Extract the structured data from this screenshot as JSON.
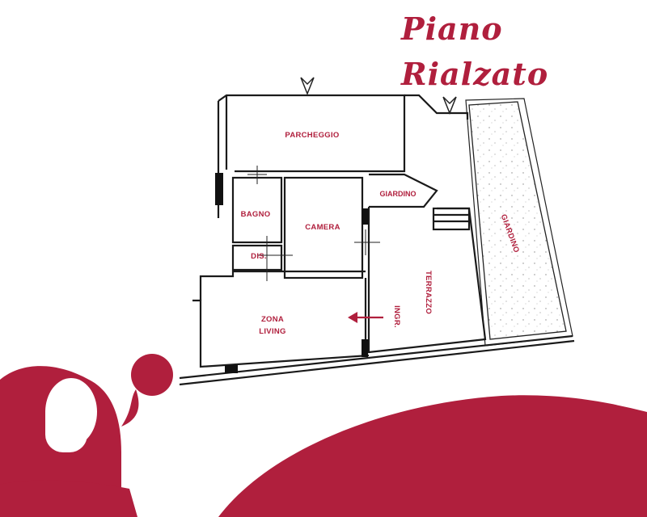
{
  "title": "Piano Rialzato",
  "brand": {
    "logo_letter": "g",
    "accent_color": "#b01f3d"
  },
  "rooms": {
    "parcheggio": "PARCHEGGIO",
    "giardino_small": "GIARDINO",
    "giardino_large": "GIARDINO",
    "bagno": "BAGNO",
    "camera": "CAMERA",
    "dis": "DIS.",
    "zona_living_1": "ZONA",
    "zona_living_2": "LIVING",
    "ingresso": "INGR.",
    "terrazzo": "TERRAZZO"
  },
  "icons": {
    "entry_arrow": "entry-arrow-icon",
    "north_marker": "direction-marker-icon"
  }
}
